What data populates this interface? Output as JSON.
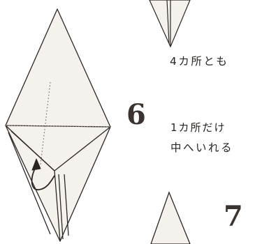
{
  "step_numbers": [
    "6",
    "7"
  ],
  "captions": {
    "top": "4カ所とも",
    "middle_line1": "1カ所だけ",
    "middle_line2": "中へいれる"
  },
  "colors": {
    "paper": "#f5f2ee",
    "line": "#2c2725",
    "fold_line": "#555050",
    "arrow": "#2a2522"
  }
}
